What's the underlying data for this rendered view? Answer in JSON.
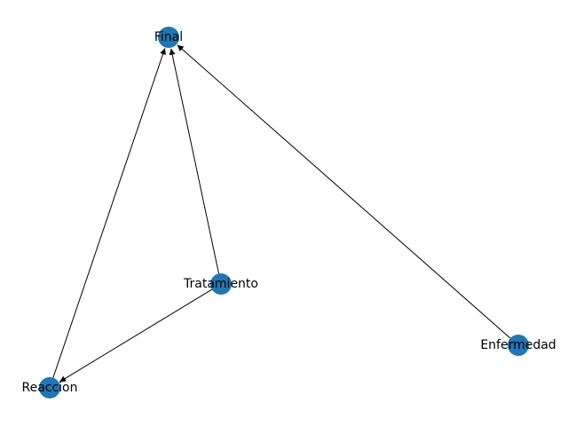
{
  "graph": {
    "node_color": "#1f77b4",
    "edge_color": "#000000",
    "directed": true,
    "nodes": [
      {
        "id": "final",
        "label": "Final"
      },
      {
        "id": "tratamiento",
        "label": "Tratamiento"
      },
      {
        "id": "enfermedad",
        "label": "Enfermedad"
      },
      {
        "id": "reaccion",
        "label": "Reaccion"
      }
    ],
    "edges": [
      {
        "from": "reaccion",
        "to": "final"
      },
      {
        "from": "tratamiento",
        "to": "final"
      },
      {
        "from": "enfermedad",
        "to": "final"
      },
      {
        "from": "tratamiento",
        "to": "reaccion"
      }
    ]
  }
}
